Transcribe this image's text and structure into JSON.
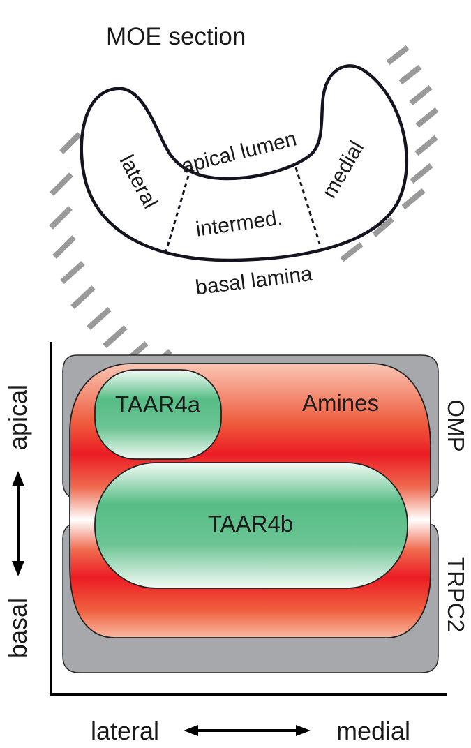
{
  "top_panel": {
    "title": "MOE section",
    "regions": {
      "apical": "apical lumen",
      "lateral": "lateral",
      "intermediate": "intermed.",
      "medial": "medial",
      "basal": "basal lamina"
    }
  },
  "bottom_panel": {
    "y_axis": {
      "top_label": "apical",
      "bottom_label": "basal"
    },
    "x_axis": {
      "left_label": "lateral",
      "right_label": "medial"
    },
    "side_labels": {
      "upper": "OMP",
      "lower": "TRPC2"
    },
    "zones": {
      "amines": "Amines",
      "taar4a": "TAAR4a",
      "taar4b": "TAAR4b"
    }
  },
  "colors": {
    "gray_zone": "#a7a8ab",
    "amines_red": "#ec1c24",
    "amines_light": "#f9c3b0",
    "taar_green": "#56bd85",
    "hatch": "#9a9a9a"
  }
}
